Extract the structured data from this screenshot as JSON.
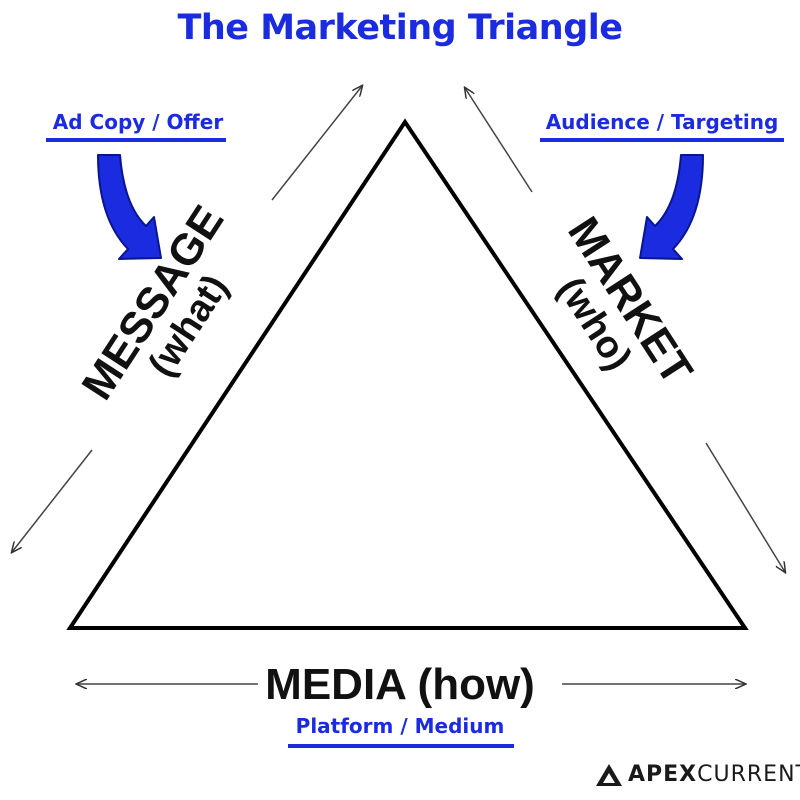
{
  "title": "The Marketing Triangle",
  "message": {
    "label": "MESSAGE",
    "sub": "(what)",
    "tag": "Ad Copy / Offer"
  },
  "market": {
    "label": "MARKET",
    "sub": "(who)",
    "tag": "Audience / Targeting"
  },
  "media": {
    "label": "MEDIA (how)",
    "tag": "Platform / Medium"
  },
  "logo": {
    "brand_bold": "APEX",
    "brand_regular": "CURRENT"
  },
  "colors": {
    "accent": "#1a2be0",
    "ink": "#111111"
  }
}
